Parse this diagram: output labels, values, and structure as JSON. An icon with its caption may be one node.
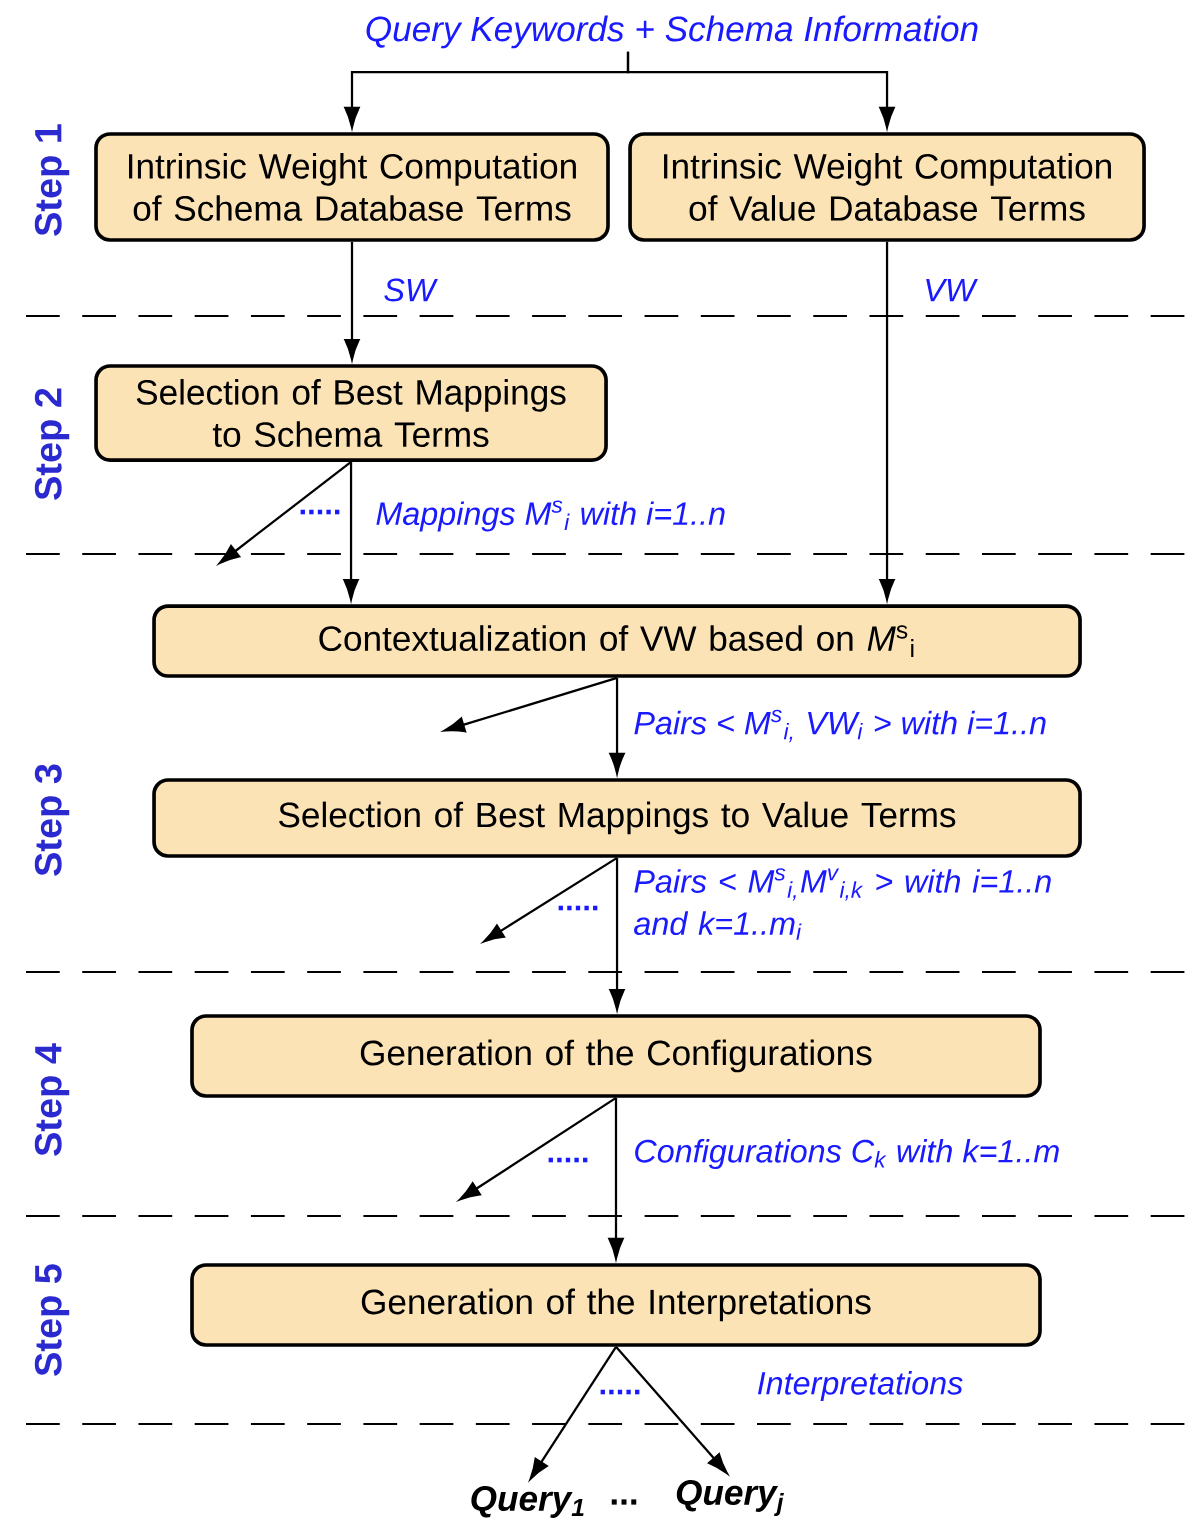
{
  "diagram": {
    "nodes": [
      {
        "text": [
          "Query Keywords + Schema Information"
        ]
      },
      {
        "text": [
          "Intrinsic Weight Computation of Schema Database Terms"
        ]
      },
      {
        "text": [
          "Intrinsic Weight Computation of Value Database Terms"
        ]
      },
      {
        "text": [
          "Selection of Best Mappings to Schema Terms"
        ]
      },
      {
        "text": [
          "Contextualization of VW based on *M*$^{s}$$_{i}$"
        ]
      },
      {
        "text": [
          "Selection of Best Mappings to Value Terms"
        ]
      },
      {
        "text": [
          "Generation of the Configurations"
        ]
      },
      {
        "text": [
          "Generation of the Interpretations"
        ]
      },
      {
        "text": [
          "Query$_{1}$"
        ]
      },
      {
        "text": [
          "Query$_{j}$"
        ]
      }
    ],
    "edges": [
      {
        "from": 0,
        "to": 1,
        "arrow": "to"
      },
      {
        "from": 0,
        "to": 2,
        "arrow": "to"
      },
      {
        "from": 1,
        "to": 3,
        "arrow": "to",
        "label": "SW"
      },
      {
        "from": 2,
        "to": 4,
        "arrow": "to",
        "label": "VW"
      },
      {
        "from": 3,
        "to": 4,
        "arrow": "to",
        "label": "Mappings M$^{s}$$_{i}$ with i=1..n"
      },
      {
        "from": 3,
        "to": null,
        "arrow": "to"
      },
      {
        "from": 4,
        "to": 5,
        "arrow": "to",
        "label": "Pairs < M$^{s}$$_{i,}$ VW$_{i}$ > with i=1..n"
      },
      {
        "from": 4,
        "to": null,
        "arrow": "to"
      },
      {
        "from": 5,
        "to": 6,
        "arrow": "to",
        "label": "Pairs < M$^{s}$$_{i,}$M$^{v}$$_{i,k}$ > with i=1..n and k=1..m$_{i}$"
      },
      {
        "from": 5,
        "to": null,
        "arrow": "to"
      },
      {
        "from": 6,
        "to": 7,
        "arrow": "to",
        "label": "Configurations C$_{k}$ with k=1..m"
      },
      {
        "from": 6,
        "to": null,
        "arrow": "to"
      },
      {
        "from": 7,
        "to": 8,
        "arrow": "to"
      },
      {
        "from": 7,
        "to": 9,
        "arrow": "to"
      }
    ],
    "labels": [
      "Step 1",
      "Step 2",
      ".....",
      "Step 3",
      ".....",
      "Step 4",
      ".....",
      "Step 5",
      "Interpretations",
      ".....",
      "..."
    ]
  }
}
